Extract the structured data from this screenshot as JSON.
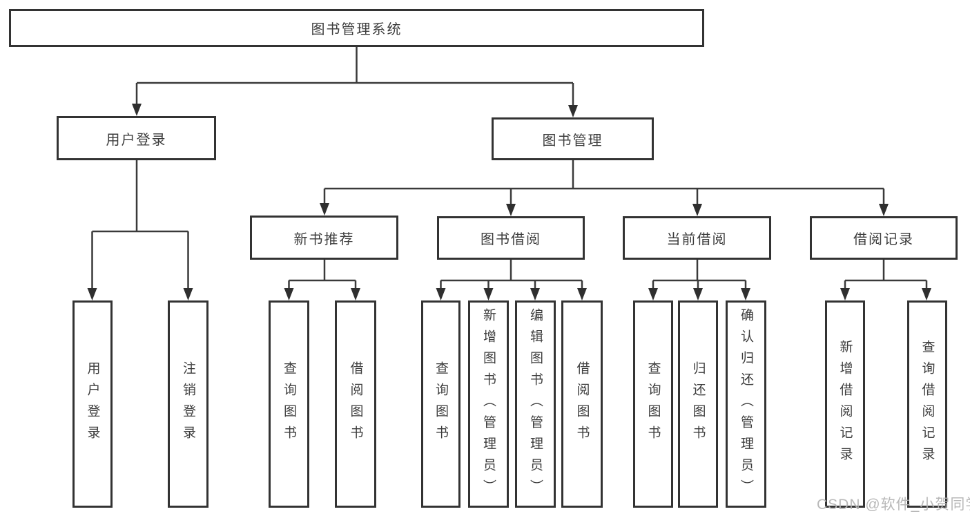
{
  "tree": {
    "root": {
      "label": "图书管理系统"
    },
    "branches": [
      {
        "label": "用户登录",
        "children": [
          {
            "label": "用户登录"
          },
          {
            "label": "注销登录"
          }
        ]
      },
      {
        "label": "图书管理",
        "sections": [
          {
            "label": "新书推荐",
            "children": [
              {
                "label": "查询图书"
              },
              {
                "label": "借阅图书"
              }
            ]
          },
          {
            "label": "图书借阅",
            "children": [
              {
                "label": "查询图书"
              },
              {
                "label": "新增图书（管理员）"
              },
              {
                "label": "编辑图书（管理员）"
              },
              {
                "label": "借阅图书"
              }
            ]
          },
          {
            "label": "当前借阅",
            "children": [
              {
                "label": "查询图书"
              },
              {
                "label": "归还图书"
              },
              {
                "label": "确认归还（管理员）"
              }
            ]
          },
          {
            "label": "借阅记录",
            "children": [
              {
                "label": "新增借阅记录"
              },
              {
                "label": "查询借阅记录"
              }
            ]
          }
        ]
      }
    ]
  },
  "watermark": {
    "text": "CSDN @软件_小贺同学"
  },
  "colors": {
    "line": "#3a3a3a",
    "border": "#333333",
    "text": "#3d3d3d",
    "watermark": "#b5b5b5",
    "background": "#ffffff"
  }
}
